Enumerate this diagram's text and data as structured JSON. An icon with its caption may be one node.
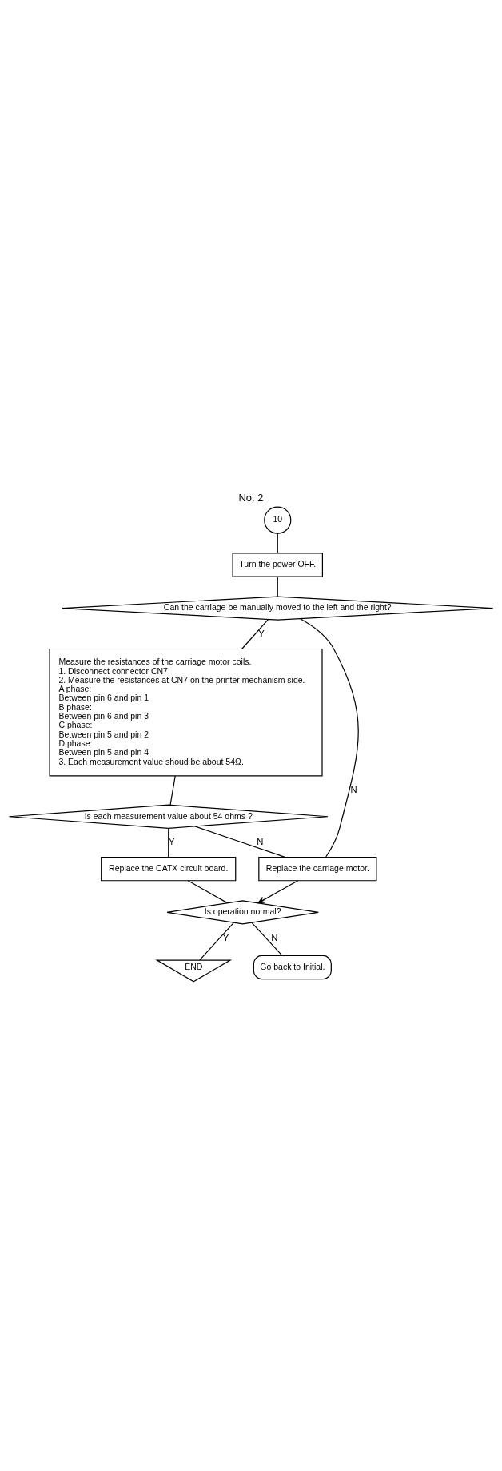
{
  "diagram": {
    "title": "No. 2",
    "nodes": [
      {
        "text": [
          "10"
        ]
      },
      {
        "text": [
          "Turn the power OFF."
        ]
      },
      {
        "text": [
          "Can the carriage be manually moved to the left and the right?"
        ]
      },
      {
        "text": [
          "Measure the resistances of the carriage motor coils.",
          "1. Disconnect connector CN7.",
          "2. Measure the resistances at CN7 on the printer mechanism side.",
          "A phase:",
          "Between pin 6 and pin 1",
          "B phase:",
          "Between pin 6 and pin 3",
          "C phase:",
          "Between pin 5 and pin 2",
          "D phase:",
          "Between pin 5 and pin 4",
          "3. Each measurement value shoud be about 54Ω."
        ]
      },
      {
        "text": [
          "Is each measurement value about 54 ohms ?"
        ]
      },
      {
        "text": [
          "Replace the carriage motor."
        ]
      },
      {
        "text": [
          "Replace the CATX circuit board."
        ]
      },
      {
        "text": [
          "Is operation normal?"
        ]
      },
      {
        "text": [
          "END"
        ]
      },
      {
        "text": [
          "Go back to Initial."
        ]
      }
    ],
    "edges": [
      {
        "from": 0,
        "to": 1,
        "arrow": "none"
      },
      {
        "from": 1,
        "to": 2,
        "arrow": "none"
      },
      {
        "from": 2,
        "to": 3,
        "label": "Y",
        "arrow": "none"
      },
      {
        "from": 2,
        "to": 5,
        "label": "N",
        "arrow": "none"
      },
      {
        "from": 3,
        "to": 4,
        "arrow": "none"
      },
      {
        "from": 4,
        "to": 5,
        "label": "N",
        "arrow": "none"
      },
      {
        "from": 4,
        "to": 6,
        "label": "Y",
        "arrow": "none"
      },
      {
        "from": 6,
        "to": 7,
        "arrow": "none"
      },
      {
        "from": 5,
        "to": 7,
        "arrow": "to"
      },
      {
        "from": 7,
        "to": 8,
        "label": "Y",
        "arrow": "none"
      },
      {
        "from": 7,
        "to": 9,
        "label": "N",
        "arrow": "none"
      }
    ]
  }
}
